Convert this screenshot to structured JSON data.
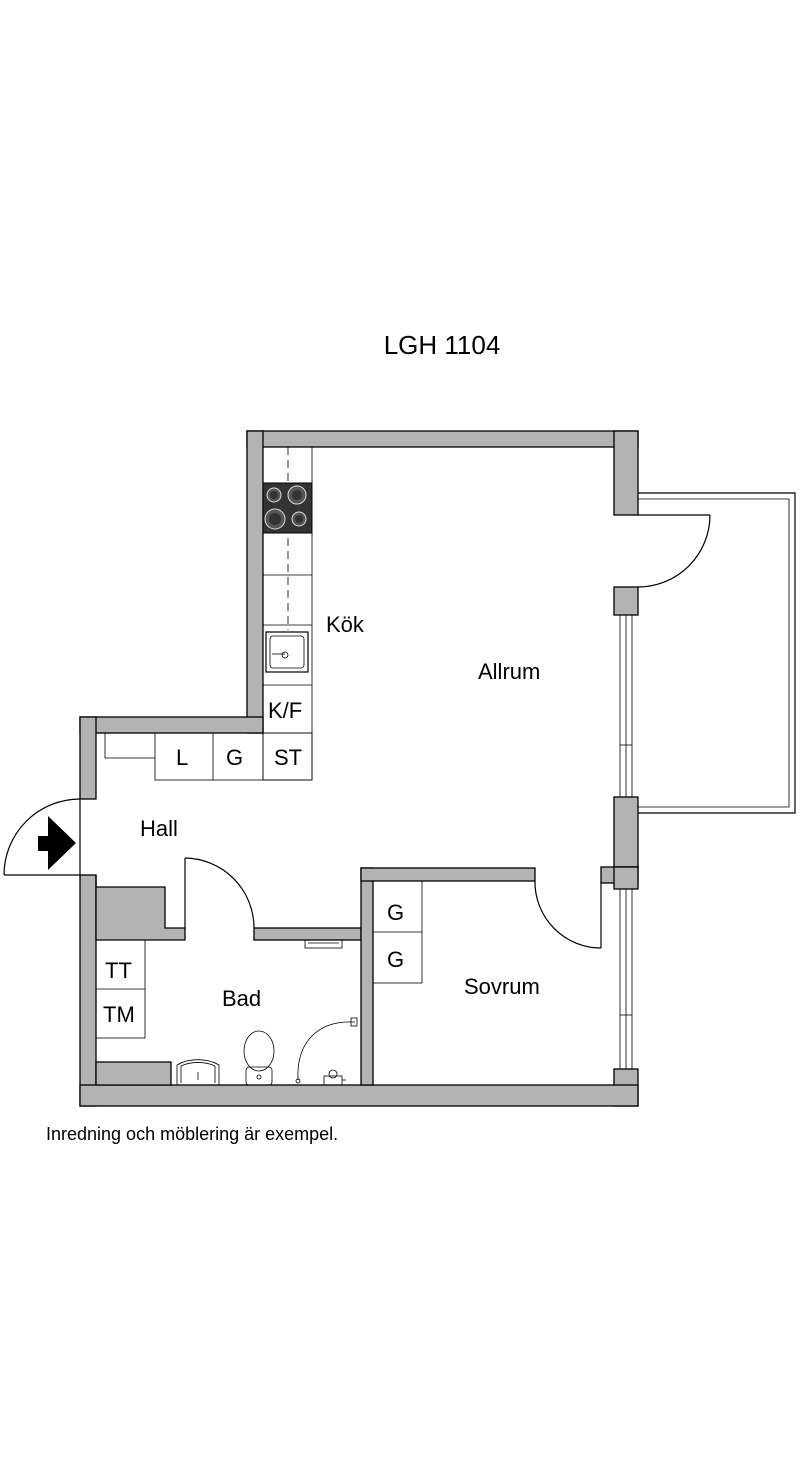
{
  "title": "LGH 1104",
  "note": "Inredning och möblering är exempel.",
  "rooms": {
    "kitchen": "Kök",
    "living": "Allrum",
    "hall": "Hall",
    "bath": "Bad",
    "bedroom": "Sovrum"
  },
  "fixtures": {
    "fridge_freezer": "K/F",
    "storage_l": "L",
    "storage_g": "G",
    "storage_st": "ST",
    "bedroom_g1": "G",
    "bedroom_g2": "G",
    "dryer": "TT",
    "washer": "TM"
  },
  "colors": {
    "wall": "#b3b3b3",
    "stove": "#333333"
  }
}
